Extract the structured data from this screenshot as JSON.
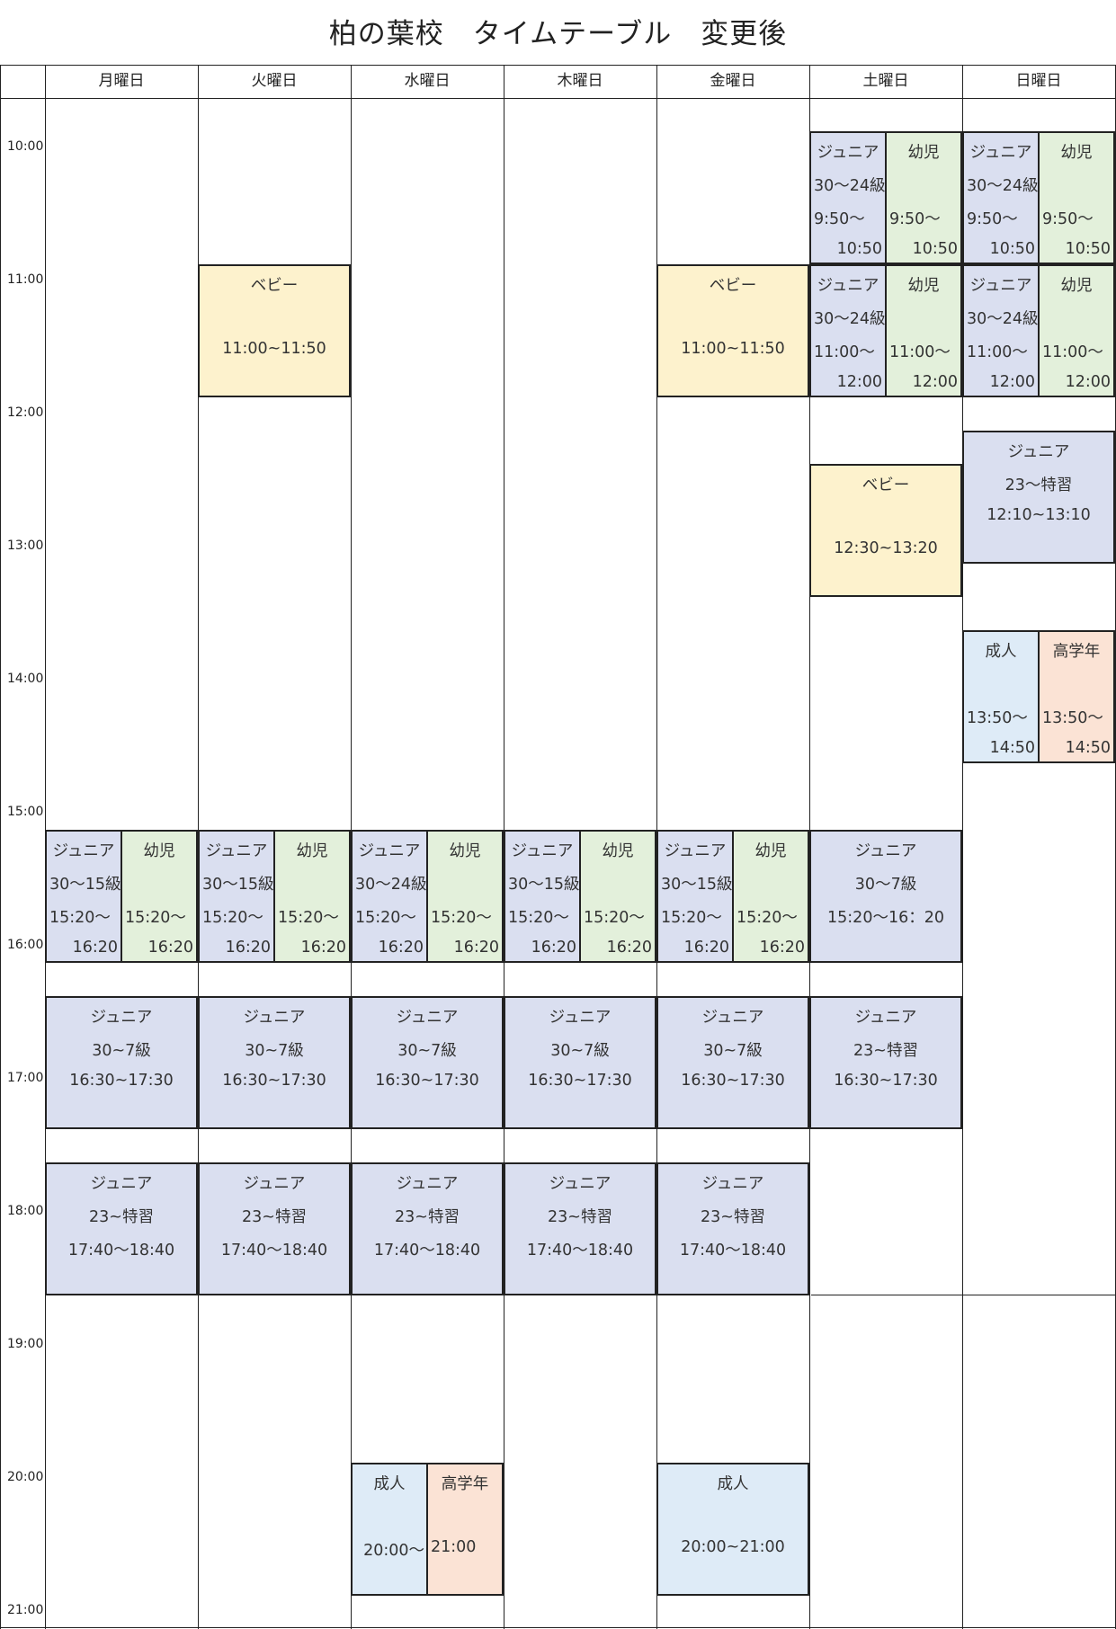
{
  "title": "柏の葉校　タイムテーブル　変更後",
  "days": [
    "月曜日",
    "火曜日",
    "水曜日",
    "木曜日",
    "金曜日",
    "土曜日",
    "日曜日"
  ],
  "times": [
    "10:00",
    "11:00",
    "12:00",
    "13:00",
    "14:00",
    "15:00",
    "16:00",
    "17:00",
    "18:00",
    "19:00",
    "20:00",
    "21:00"
  ],
  "colors": {
    "junior": "#dadff0",
    "kids": "#e3f0db",
    "baby": "#fdf2cd",
    "adult": "#deebf7",
    "upper": "#fbe3d5"
  },
  "labels": {
    "junior": "ジュニア",
    "kids": "幼児",
    "baby": "ベビー",
    "adult": "成人",
    "upper": "高学年",
    "g30_24": "30～24級",
    "g30_15": "30～15級",
    "g30_7": "30~7級",
    "g30_7b": "30～7級",
    "g23_tok": "23～特習",
    "g23_tok2": "23~特習",
    "t950": "9:50～",
    "t1050": "10:50",
    "t1100s": "11:00～",
    "t1200": "12:00",
    "t1520": "15:20～",
    "t1620": "16:20",
    "t1350": "13:50～",
    "t1450": "14:50",
    "t2000s": "20:00～",
    "t2100": "21:00",
    "r1100_1150": "11:00~11:50",
    "r1230_1320": "12:30~13:20",
    "r1210_1310": "12:10~13:10",
    "r1520_1620": "15:20～16：20",
    "r1630_1730": "16:30~17:30",
    "r1740_1840": "17:40～18:40",
    "r2000_2100": "20:00~21:00"
  }
}
